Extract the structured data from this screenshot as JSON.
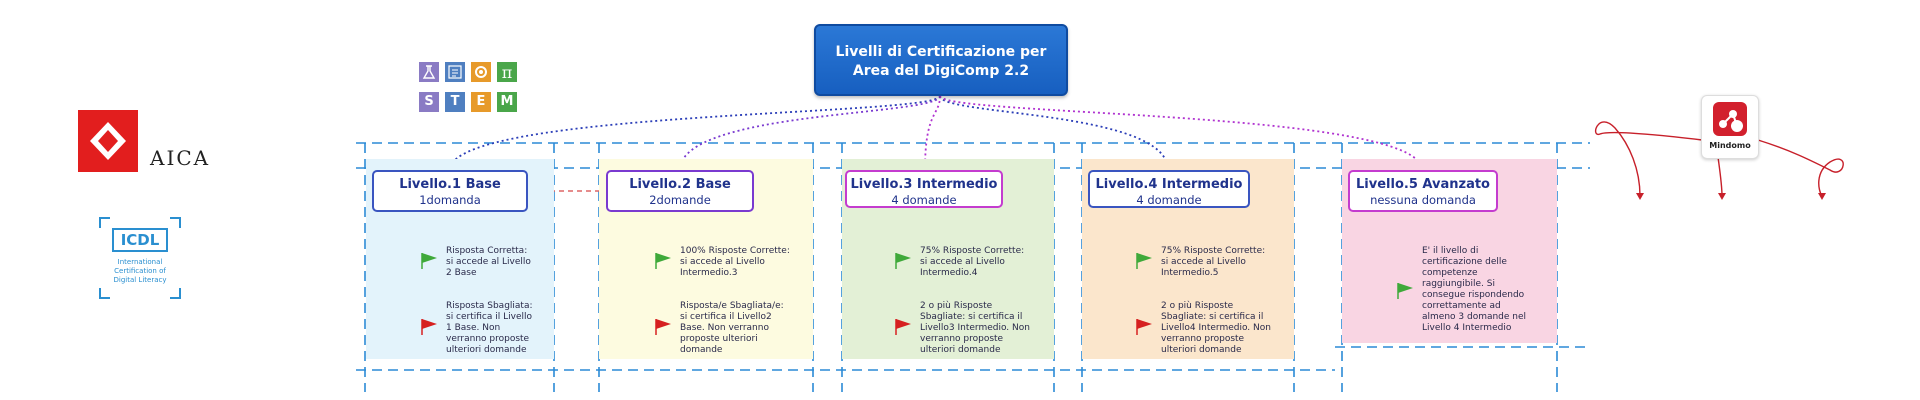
{
  "root": {
    "line1": "Livelli di Certificazione per",
    "line2": "Area del DigiComp 2.2"
  },
  "logos": {
    "aica": "AICA",
    "icdl": {
      "title": "ICDL",
      "line1": "International",
      "line2": "Certification of",
      "line3": "Digital Literacy"
    },
    "stem": [
      "S",
      "T",
      "E",
      "M"
    ],
    "mindomo": "Mindomo"
  },
  "levels": [
    {
      "title": "Livello.1 Base",
      "subtitle": "1domanda",
      "outcomes": [
        {
          "flag": "green",
          "lines": [
            "Risposta Corretta:",
            "si accede al Livello",
            "2 Base"
          ]
        },
        {
          "flag": "red",
          "lines": [
            "Risposta Sbagliata:",
            "si certifica il Livello",
            "1 Base. Non",
            "verranno proposte",
            "ulteriori domande"
          ]
        }
      ]
    },
    {
      "title": "Livello.2 Base",
      "subtitle": "2domande",
      "outcomes": [
        {
          "flag": "green",
          "lines": [
            "100% Risposte Corrette:",
            "si accede al Livello",
            "Intermedio.3"
          ]
        },
        {
          "flag": "red",
          "lines": [
            "Risposta/e Sbagliata/e:",
            "si certifica il Livello2",
            "Base. Non verranno",
            "proposte ulteriori",
            "domande"
          ]
        }
      ]
    },
    {
      "title": "Livello.3 Intermedio",
      "subtitle": "4 domande",
      "outcomes": [
        {
          "flag": "green",
          "lines": [
            "75% Risposte Corrette:",
            "si accede al Livello",
            "Intermedio.4"
          ]
        },
        {
          "flag": "red",
          "lines": [
            "2 o più Risposte",
            "Sbagliate: si certifica il",
            "Livello3 Intermedio. Non",
            "verranno proposte",
            "ulteriori domande"
          ]
        }
      ]
    },
    {
      "title": "Livello.4 Intermedio",
      "subtitle": "4 domande",
      "outcomes": [
        {
          "flag": "green",
          "lines": [
            "75% Risposte Corrette:",
            "si accede al Livello",
            "Intermedio.5"
          ]
        },
        {
          "flag": "red",
          "lines": [
            "2 o più Risposte",
            "Sbagliate: si certifica il",
            "Livello4 Intermedio. Non",
            "verranno proposte",
            "ulteriori domande"
          ]
        }
      ]
    },
    {
      "title": "Livello.5 Avanzato",
      "subtitle": "nessuna domanda",
      "outcomes": [
        {
          "flag": "green",
          "lines": [
            "E' il livello di",
            "certificazione delle",
            "competenze",
            "raggiungibile. Si",
            "consegue rispondendo",
            "correttamente ad",
            "almeno 3 domande nel",
            "Livello 4 Intermedio"
          ]
        }
      ]
    }
  ],
  "colors": {
    "panels": [
      "#e3f3fb",
      "#fdfbe0",
      "#e3f0d6",
      "#fbe6cc",
      "#f9d5e3"
    ],
    "heads": [
      "#3a55c0",
      "#7a3ad0",
      "#c43ccf",
      "#3a55c0",
      "#c43ccf"
    ],
    "rootLinks": [
      "#2c3fb8",
      "#7a3ad0",
      "#b033d0",
      "#2c3fb8",
      "#b033d0"
    ],
    "branch": [
      "#3a55c0",
      "#3a55c0",
      "#c43ccf",
      "#3a55c0",
      "#c43ccf"
    ],
    "flagGreen": "#3fa93a",
    "flagRed": "#d62020"
  }
}
